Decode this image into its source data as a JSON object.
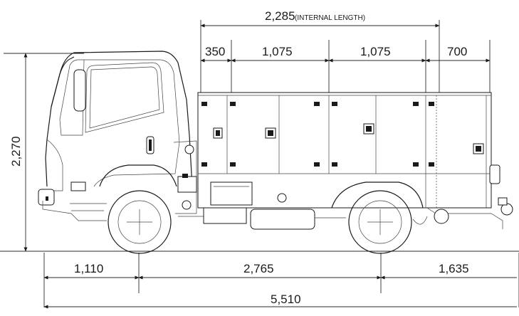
{
  "dimensions": {
    "internal_length": {
      "value": "2,285",
      "note": "(INTERNAL LENGTH)"
    },
    "segments_top": [
      "350",
      "1,075",
      "1,075",
      "700"
    ],
    "height": "2,270",
    "front_overhang": "1,110",
    "wheelbase": "2,765",
    "rear_overhang": "1,635",
    "overall_length": "5,510"
  },
  "colors": {
    "line": "#1a1a1a",
    "background": "#ffffff"
  }
}
